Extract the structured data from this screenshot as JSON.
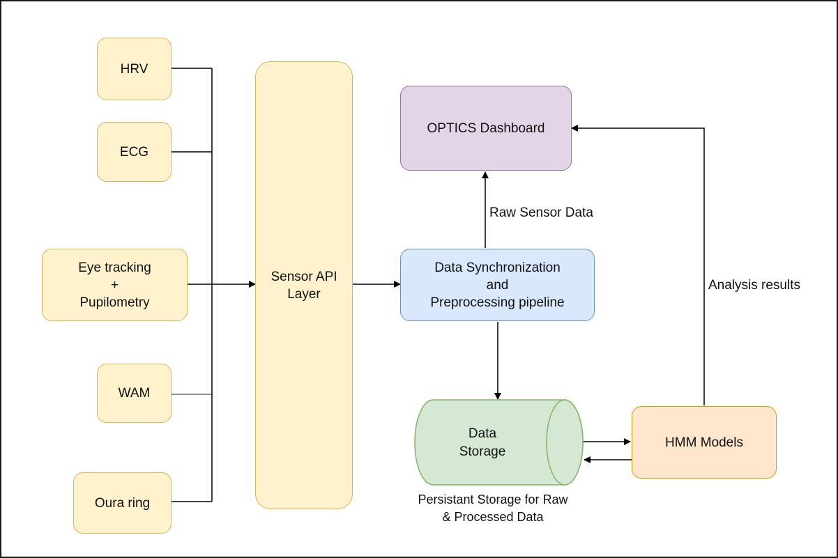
{
  "sensors": [
    {
      "id": "hrv",
      "label": "HRV"
    },
    {
      "id": "ecg",
      "label": "ECG"
    },
    {
      "id": "eye",
      "lines": [
        "Eye tracking",
        "+",
        "Pupilometry"
      ]
    },
    {
      "id": "wam",
      "label": "WAM"
    },
    {
      "id": "oura",
      "label": "Oura ring"
    }
  ],
  "sensor_api": {
    "lines": [
      "Sensor API",
      "Layer"
    ]
  },
  "dashboard": {
    "label": "OPTICS Dashboard"
  },
  "sync_pipeline": {
    "lines": [
      "Data Synchronization",
      "and",
      "Preprocessing pipeline"
    ]
  },
  "storage": {
    "lines": [
      "Data",
      "Storage"
    ],
    "caption": [
      "Persistant Storage for Raw",
      "& Processed Data"
    ]
  },
  "hmm": {
    "label": "HMM Models"
  },
  "edge_labels": {
    "raw_sensor_data": "Raw Sensor Data",
    "analysis_results": "Analysis results"
  },
  "colors": {
    "sensor_fill": "#fff2cc",
    "sensor_stroke": "#d6b656",
    "dashboard_fill": "#e1d5e7",
    "dashboard_stroke": "#9673a6",
    "pipeline_fill": "#dae8fc",
    "pipeline_stroke": "#6c8ebf",
    "storage_fill": "#d5e8d4",
    "storage_stroke": "#82b366",
    "hmm_fill": "#ffe6cc",
    "hmm_stroke": "#d79b00",
    "connector": "#000000"
  }
}
